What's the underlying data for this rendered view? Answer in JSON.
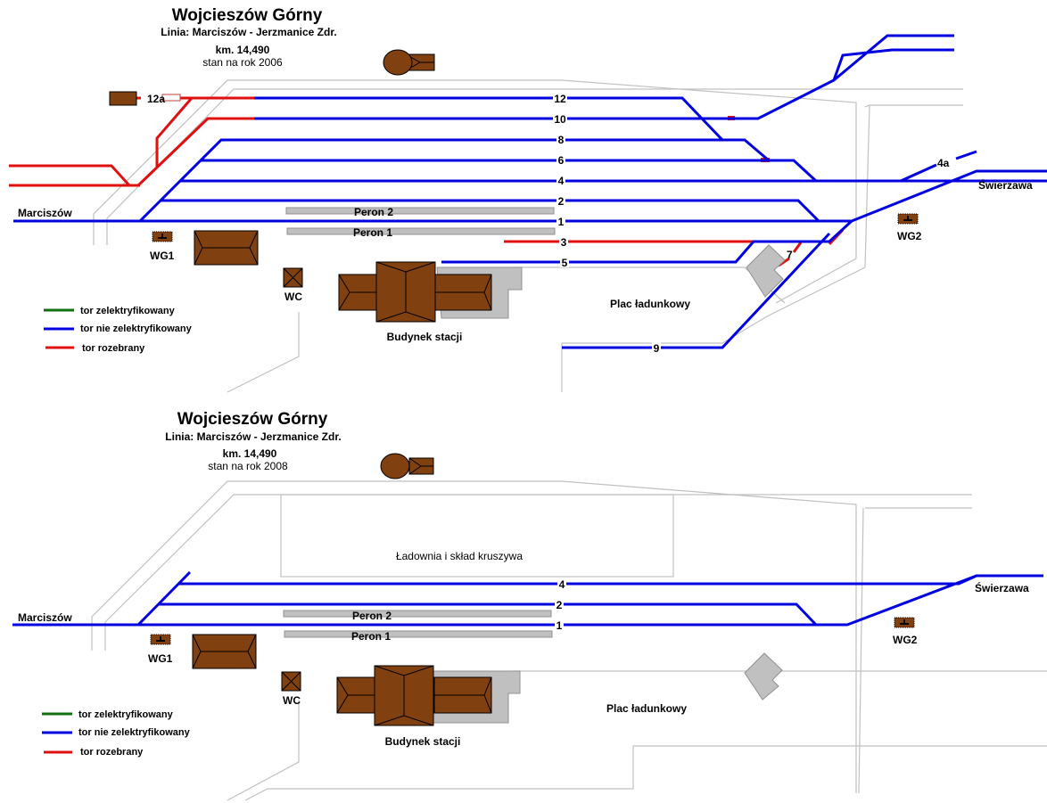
{
  "diagrams": [
    {
      "title": "Wojcieszów Górny",
      "line": "Linia: Marciszów - Jerzmanice Zdr.",
      "km": "km. 14,490",
      "state": "stan na rok 2006",
      "direction_left": "Marciszów",
      "direction_right": "Świerzawa",
      "track_numbers": [
        "12a",
        "12",
        "10",
        "8",
        "6",
        "4",
        "4a",
        "2",
        "1",
        "3",
        "5",
        "7",
        "9"
      ],
      "platforms": [
        "Peron 2",
        "Peron 1"
      ],
      "buildings": {
        "station": "Budynek stacji",
        "wc": "WC",
        "wg1": "WG1",
        "wg2": "WG2"
      },
      "areas": [
        "Plac ładunkowy"
      ]
    },
    {
      "title": "Wojcieszów Górny",
      "line": "Linia: Marciszów - Jerzmanice Zdr.",
      "km": "km. 14,490",
      "state": "stan na rok 2008",
      "direction_left": "Marciszów",
      "direction_right": "Świerzawa",
      "track_numbers": [
        "4",
        "2",
        "1"
      ],
      "platforms": [
        "Peron 2",
        "Peron 1"
      ],
      "buildings": {
        "station": "Budynek stacji",
        "wc": "WC",
        "wg1": "WG1",
        "wg2": "WG2"
      },
      "areas": [
        "Ładownia i skład kruszywa",
        "Plac ładunkowy"
      ]
    }
  ],
  "legend": [
    {
      "label": "tor zelektryfikowany",
      "color": "#107010"
    },
    {
      "label": "tor nie zelektryfikowany",
      "color": "#0000e0"
    },
    {
      "label": "tor rozebrany",
      "color": "#e01010"
    }
  ]
}
